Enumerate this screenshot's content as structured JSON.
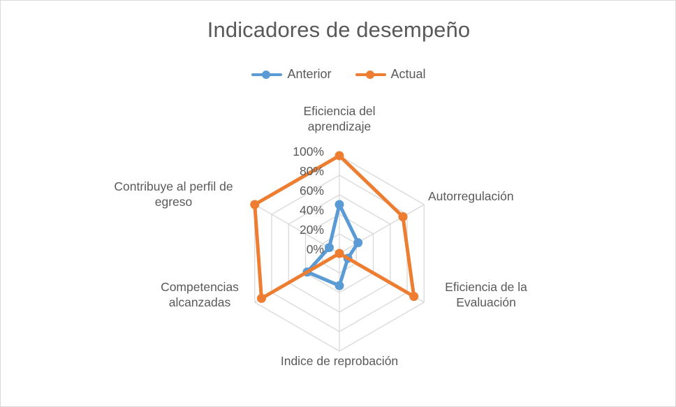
{
  "chart_data": {
    "type": "radar",
    "title": "Indicadores de desempeño",
    "categories": [
      "Eficiencia del aprendizaje",
      "Autorregulación",
      "Eficiencia de la Evaluación",
      "Indice de reprobación",
      "Competencias alcanzadas",
      "Contribuye al perfil de egreso"
    ],
    "series": [
      {
        "name": "Anterior",
        "color": "#5B9BD5",
        "values": [
          50,
          22,
          10,
          33,
          38,
          12
        ]
      },
      {
        "name": "Actual",
        "color": "#ED7D31",
        "values": [
          100,
          75,
          88,
          0,
          92,
          100
        ]
      }
    ],
    "radial_ticks": [
      "100%",
      "80%",
      "60%",
      "40%",
      "20%",
      "0%"
    ],
    "rlim": [
      0,
      100
    ],
    "rtick_step": 20,
    "grid": true,
    "grid_color": "#D9D9D9",
    "legend_position": "top",
    "xlabel": "",
    "ylabel": ""
  },
  "labels": {
    "cat_top_line1": "Eficiencia del",
    "cat_top_line2": "aprendizaje",
    "cat_right_upper": "Autorregulación",
    "cat_right_lower_line1": "Eficiencia de la",
    "cat_right_lower_line2": "Evaluación",
    "cat_bottom": "Indice de reprobación",
    "cat_left_lower_line1": "Competencias",
    "cat_left_lower_line2": "alcanzadas",
    "cat_left_upper_line1": "Contribuye al perfil de",
    "cat_left_upper_line2": "egreso"
  },
  "ticks": {
    "t100": "100%",
    "t80": "80%",
    "t60": "60%",
    "t40": "40%",
    "t20": "20%",
    "t0": "0%"
  },
  "legend": {
    "items": [
      {
        "label": "Anterior",
        "color": "#5B9BD5"
      },
      {
        "label": "Actual",
        "color": "#ED7D31"
      }
    ]
  }
}
